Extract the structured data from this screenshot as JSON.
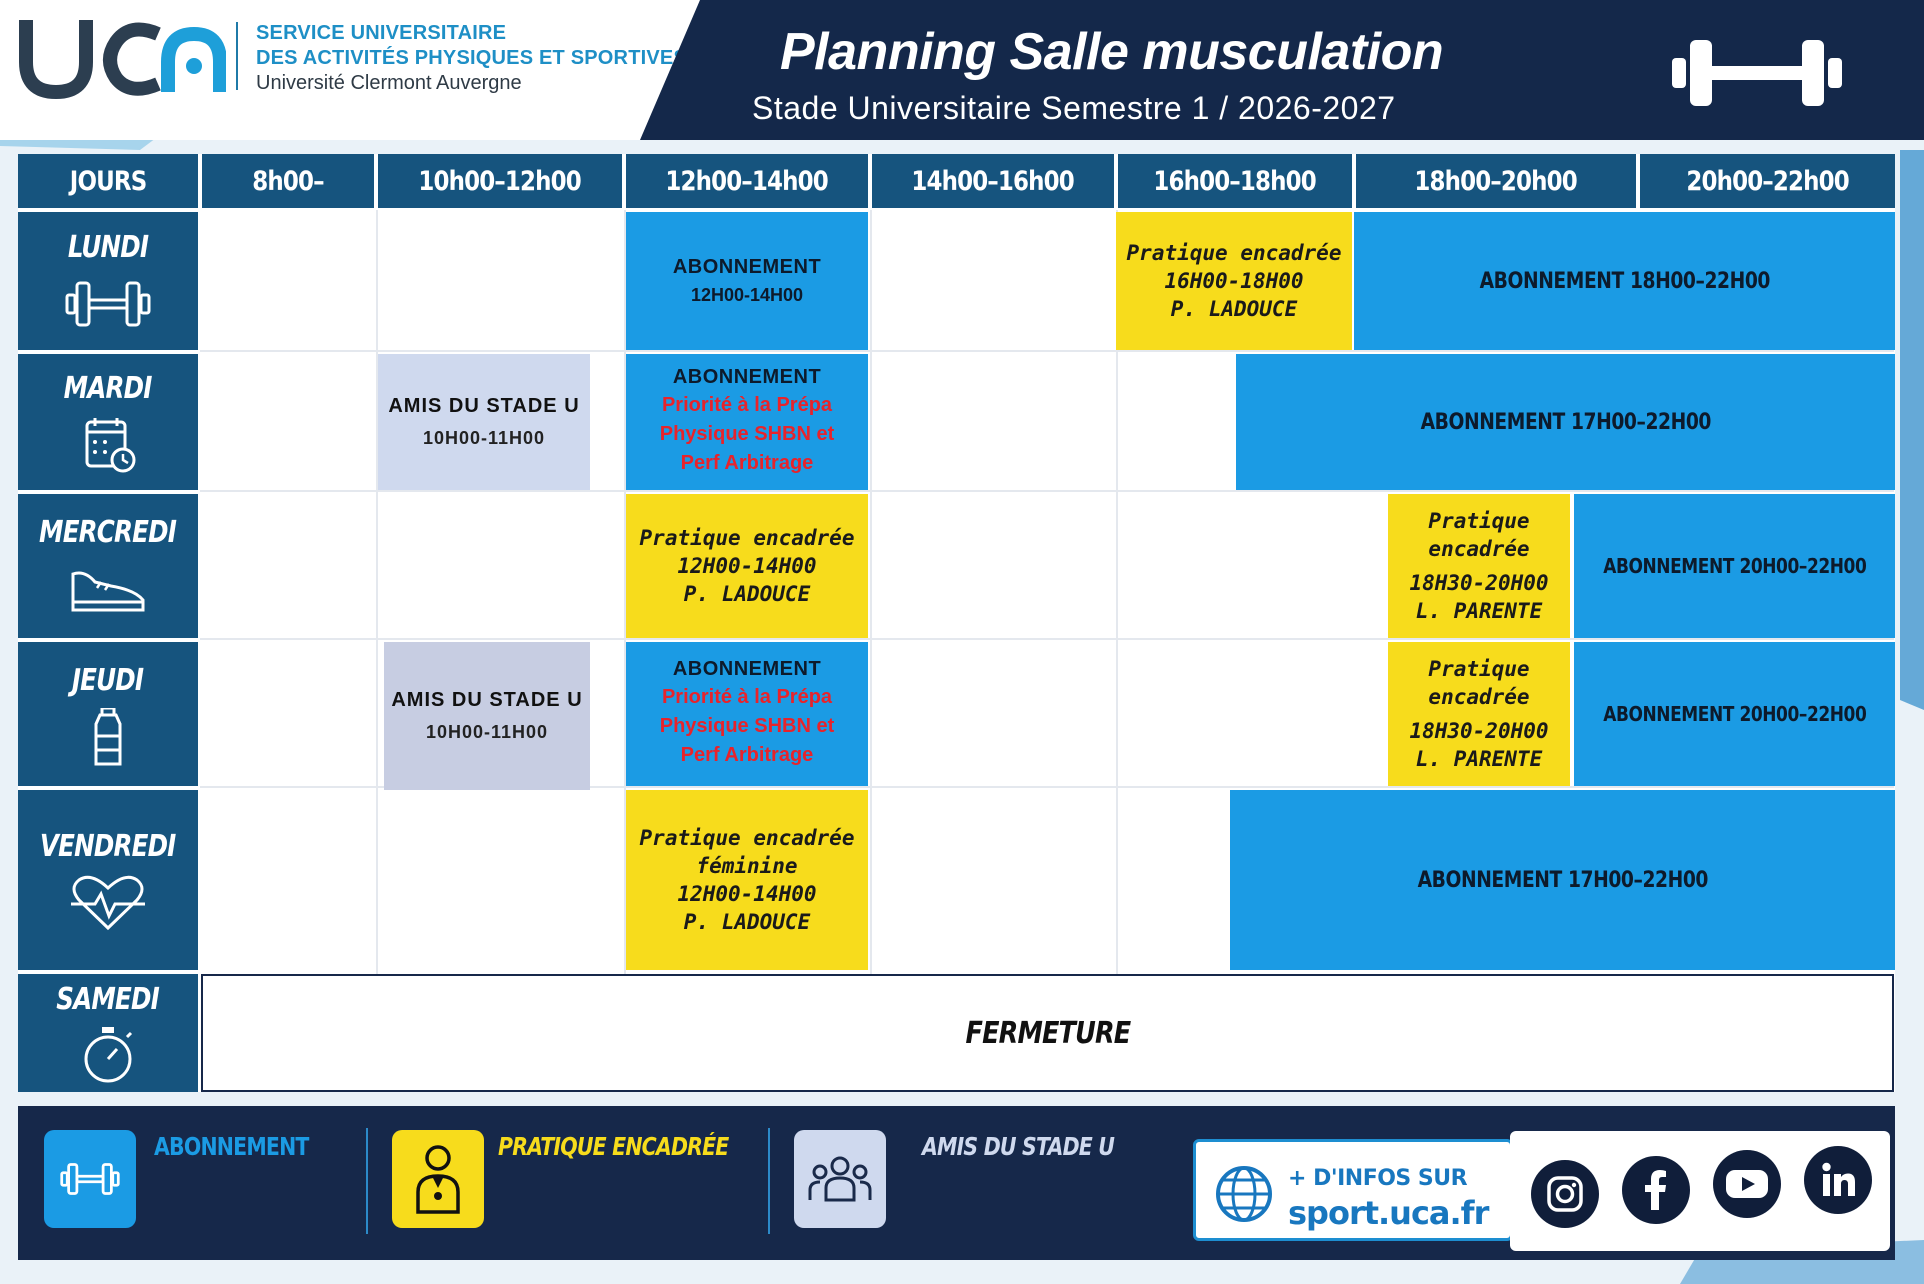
{
  "header": {
    "org_line1": "SERVICE UNIVERSITAIRE",
    "org_line2": "DES ACTIVITÉS PHYSIQUES ET SPORTIVES",
    "org_line3": "Université Clermont Auvergne",
    "title": "Planning Salle musculation",
    "subtitle": "Stade Universitaire Semestre 1 / 2026-2027",
    "logo_icon": "uca-logo",
    "header_icon": "dumbbell-icon"
  },
  "table": {
    "columns": [
      "JOURS",
      "8h00–",
      "10h00–12h00",
      "12h00–14h00",
      "14h00–16h00",
      "16h00–18h00",
      "18h00–20h00",
      "20h00–22h00"
    ],
    "days": [
      {
        "name": "LUNDI",
        "icon": "dumbbell-icon"
      },
      {
        "name": "MARDI",
        "icon": "calendar-clock-icon"
      },
      {
        "name": "MERCREDI",
        "icon": "sneaker-icon"
      },
      {
        "name": "JEUDI",
        "icon": "water-bottle-icon"
      },
      {
        "name": "VENDREDI",
        "icon": "heart-pulse-icon"
      },
      {
        "name": "SAMEDI",
        "icon": "stopwatch-icon"
      }
    ],
    "lundi": {
      "abo_title": "ABONNEMENT",
      "abo_time": "12H00-14H00",
      "pe_lines": [
        "Pratique encadrée",
        "16H00-18H00",
        "P. LADOUCE"
      ],
      "abo_evening": "ABONNEMENT 18H00–22H00"
    },
    "mardi": {
      "amis_title": "AMIS DU STADE U",
      "amis_time": "10H00-11H00",
      "abo_title": "ABONNEMENT",
      "priority_lines": [
        "Priorité à la Prépa",
        "Physique SHBN et",
        "Perf Arbitrage"
      ],
      "abo_evening": "ABONNEMENT 17H00–22H00"
    },
    "mercredi": {
      "pe_noon_lines": [
        "Pratique encadrée",
        "12H00-14H00",
        "P. LADOUCE"
      ],
      "pe_evening_lines": [
        "Pratique",
        "encadrée",
        "18H30-20H00",
        "L. PARENTE"
      ],
      "abo_evening": "ABONNEMENT 20H00–22H00"
    },
    "jeudi": {
      "amis_title": "AMIS DU STADE U",
      "amis_time": "10H00-11H00",
      "abo_title": "ABONNEMENT",
      "priority_lines": [
        "Priorité à la Prépa",
        "Physique SHBN et",
        "Perf Arbitrage"
      ],
      "pe_evening_lines": [
        "Pratique",
        "encadrée",
        "18H30-20H00",
        "L. PARENTE"
      ],
      "abo_evening": "ABONNEMENT 20H00–22H00"
    },
    "vendredi": {
      "pe_noon_lines": [
        "Pratique encadrée",
        "féminine",
        "12H00-14H00",
        "P. LADOUCE"
      ],
      "abo_evening": "ABONNEMENT 17H00–22H00"
    },
    "samedi": {
      "closed": "FERMETURE"
    }
  },
  "legend": [
    {
      "label": "ABONNEMENT",
      "icon": "dumbbell-icon",
      "color": "#1b9be4",
      "text_color": "#1b9be4"
    },
    {
      "label": "PRATIQUE ENCADRÉE",
      "icon": "coach-icon",
      "color": "#f7dc1c",
      "text_color": "#f7dc1c"
    },
    {
      "label": "AMIS DU STADE U",
      "icon": "group-icon",
      "color": "#cfd9ee",
      "text_color": "#cfd9ee"
    }
  ],
  "info": {
    "line1": "+ D'INFOS SUR",
    "line2": "sport.uca.fr",
    "icon": "globe-icon"
  },
  "social": [
    "instagram-icon",
    "facebook-icon",
    "youtube-icon",
    "linkedin-icon"
  ],
  "colors": {
    "navy": "#16284a",
    "header_blue": "#16547e",
    "abonnement": "#1b9be4",
    "pratique": "#f7dc1c",
    "amis": "#cfd9ee",
    "priority_red": "#e8232b"
  }
}
